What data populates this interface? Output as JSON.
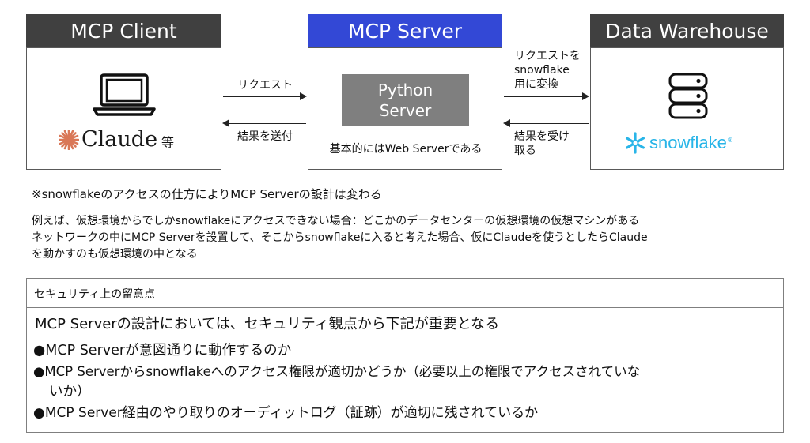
{
  "client": {
    "title": "MCP Client",
    "logo_text": "Claude",
    "suffix": "等"
  },
  "server": {
    "title": "MCP Server",
    "inner_label_1": "Python",
    "inner_label_2": "Server",
    "caption": "基本的にはWeb Serverである"
  },
  "warehouse": {
    "title": "Data Warehouse",
    "logo_text": "snowflake"
  },
  "arrows": {
    "request": "リクエスト",
    "send_result": "結果を送付",
    "convert_1": "リクエストを",
    "convert_2": "snowflake",
    "convert_3": "用に変換",
    "receive_1": "結果を受け",
    "receive_2": "取る"
  },
  "notes": {
    "line1": "※snowflakeのアクセスの仕方によりMCP Serverの設計は変わる",
    "line2": "例えば、仮想環境からでしかsnowflakeにアクセスできない場合：どこかのデータセンターの仮想環境の仮想マシンがある",
    "line3": "ネットワークの中にMCP Serverを設置して、そこからsnowflakeに入ると考えた場合、仮にClaudeを使うとしたらClaude",
    "line4": "を動かすのも仮想環境の中となる"
  },
  "security": {
    "heading": "セキュリティ上の留意点",
    "intro": "MCP Serverの設計においては、セキュリティ観点から下記が重要となる",
    "bullet1": "●MCP Serverが意図通りに動作するのか",
    "bullet2a": "●MCP Serverからsnowflakeへのアクセス権限が適切かどうか（必要以上の権限でアクセスされていな",
    "bullet2b": "いか）",
    "bullet3": "●MCP Server経由のやり取りのオーディットログ（証跡）が適切に残されているか"
  },
  "colors": {
    "dark_header": "#404040",
    "blue_header": "#3348d6",
    "python_box": "#7f7f7f",
    "claude_orange": "#d97757",
    "snowflake_blue": "#29b5e8"
  }
}
